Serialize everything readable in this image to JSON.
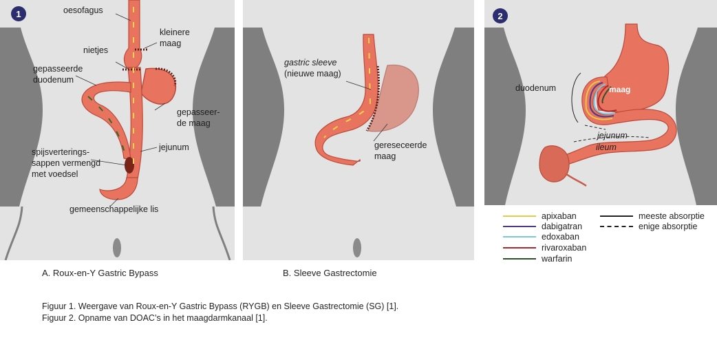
{
  "panel_a": {
    "badge": "1",
    "labels": {
      "oesofagus": "oesofagus",
      "kleinere_maag_1": "kleinere",
      "kleinere_maag_2": "maag",
      "nietjes": "nietjes",
      "gepasseerde_duodenum_1": "gepasseerde",
      "gepasseerde_duodenum_2": "duodenum",
      "gepasseerde_maag_1": "gepasseer-",
      "gepasseerde_maag_2": "de maag",
      "jejunum": "jejunum",
      "sappen_1": "spijsverterings-",
      "sappen_2": "sappen vermengd",
      "sappen_3": "met voedsel",
      "gemeenschappelijke_lis": "gemeenschappelijke lis"
    },
    "caption": "A. Roux-en-Y Gastric Bypass"
  },
  "panel_b": {
    "labels": {
      "gastric_sleeve": "gastric sleeve",
      "nieuwe_maag": "(nieuwe maag)",
      "gereseceerde_1": "gereseceerde",
      "gereseceerde_2": "maag"
    },
    "caption": "B. Sleeve Gastrectomie"
  },
  "panel_c": {
    "badge": "2",
    "labels": {
      "duodenum": "duodenum",
      "maag": "maag",
      "jejunum": "jejunum",
      "ileum": "ileum"
    }
  },
  "legend": {
    "drugs": [
      {
        "label": "apixaban",
        "color": "#e6c84a"
      },
      {
        "label": "dabigatran",
        "color": "#4b3a8c"
      },
      {
        "label": "edoxaban",
        "color": "#7cc7e0"
      },
      {
        "label": "rivaroxaban",
        "color": "#b3262b"
      },
      {
        "label": "warfarin",
        "color": "#2f4f2a"
      }
    ],
    "absorption": [
      {
        "label": "meeste absorptie",
        "style": "solid"
      },
      {
        "label": "enige absorptie",
        "style": "dashed"
      }
    ]
  },
  "figure_captions": [
    "Figuur 1. Weergave van Roux-en-Y Gastric Bypass (RYGB) en Sleeve Gastrectomie (SG) [1].",
    "Figuur 2. Opname van DOAC’s in het maagdarmkanaal [1]."
  ]
}
